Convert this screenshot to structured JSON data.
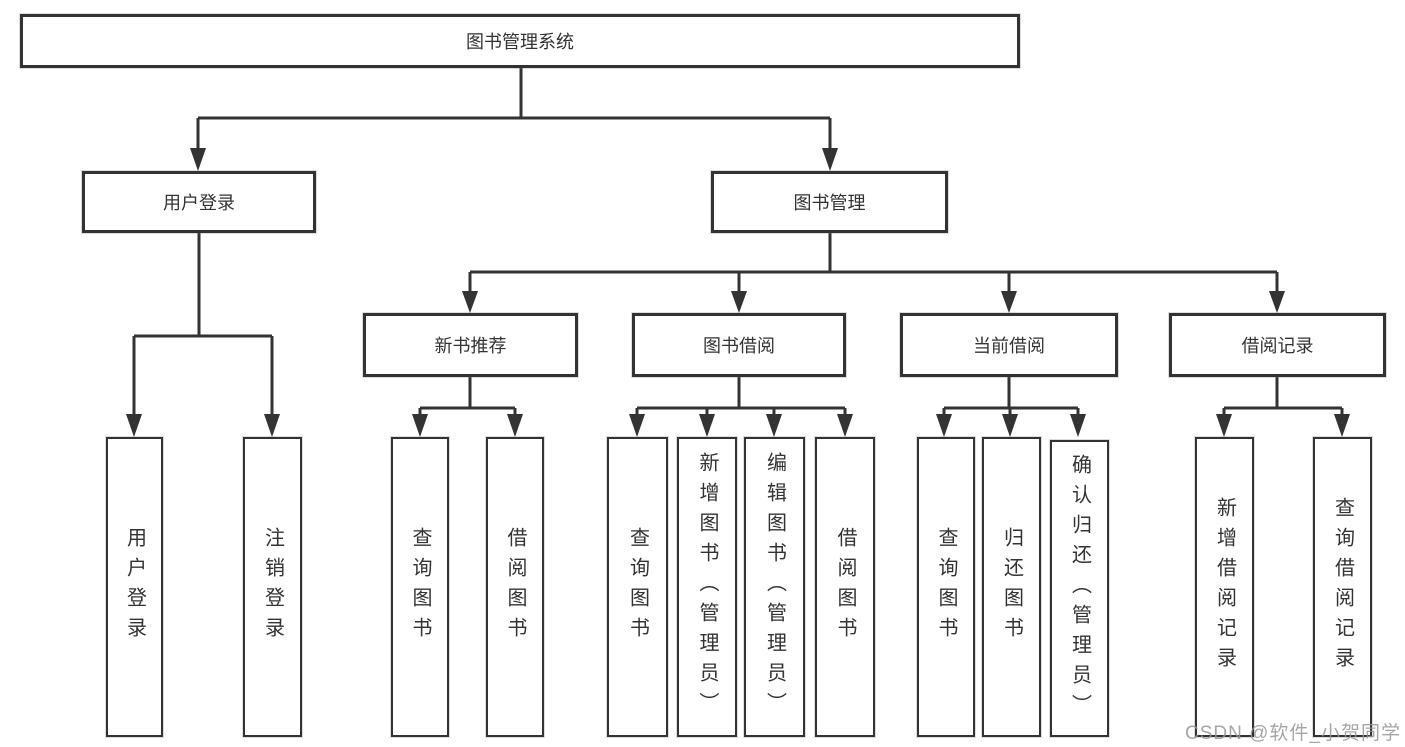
{
  "diagram": {
    "type": "tree",
    "colors": {
      "line": "#333333",
      "box_border": "#333333",
      "text": "#333333",
      "background": "#ffffff",
      "watermark": "#969696"
    },
    "tree": {
      "root": {
        "label": "图书管理系统"
      },
      "branches": [
        {
          "label": "用户登录",
          "children": [
            {
              "label": "用户登录"
            },
            {
              "label": "注销登录"
            }
          ]
        },
        {
          "label": "图书管理",
          "children": [
            {
              "label": "新书推荐",
              "children": [
                {
                  "label": "查询图书"
                },
                {
                  "label": "借阅图书"
                }
              ]
            },
            {
              "label": "图书借阅",
              "children": [
                {
                  "label": "查询图书"
                },
                {
                  "label": "新增图书（管理员）"
                },
                {
                  "label": "编辑图书（管理员）"
                },
                {
                  "label": "借阅图书"
                }
              ]
            },
            {
              "label": "当前借阅",
              "children": [
                {
                  "label": "查询图书"
                },
                {
                  "label": "归还图书"
                },
                {
                  "label": "确认归还（管理员）"
                }
              ]
            },
            {
              "label": "借阅记录",
              "children": [
                {
                  "label": "新增借阅记录"
                },
                {
                  "label": "查询借阅记录"
                }
              ]
            }
          ]
        }
      ]
    },
    "watermark": {
      "text": "CSDN @软件_小贺同学"
    }
  }
}
